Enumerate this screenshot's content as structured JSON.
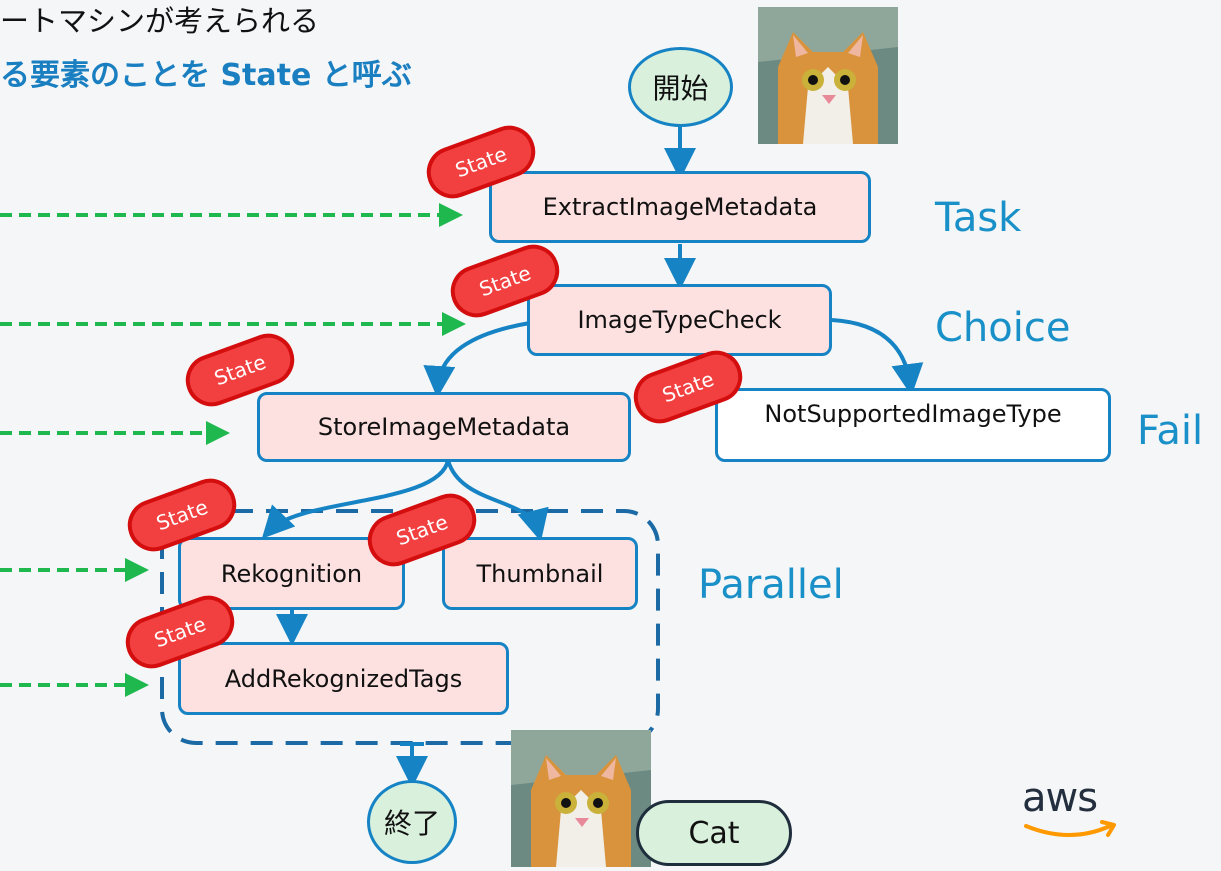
{
  "heading": {
    "line1": "ートマシンが考えられる",
    "line2": "る要素のことを State と呼ぶ"
  },
  "start_label": "開始",
  "end_label": "終了",
  "badge_label": "State",
  "nodes": {
    "extract": "ExtractImageMetadata",
    "typecheck": "ImageTypeCheck",
    "store": "StoreImageMetadata",
    "notsupported": "NotSupportedImageType",
    "rekognition": "Rekognition",
    "thumbnail": "Thumbnail",
    "addtags": "AddRekognizedTags"
  },
  "types": {
    "task": "Task",
    "choice": "Choice",
    "fail": "Fail",
    "parallel": "Parallel"
  },
  "result_label": "Cat",
  "logo_text": "aws",
  "colors": {
    "node_border": "#1683c4",
    "node_fill": "#fde0e0",
    "badge_fill": "#f24040",
    "type_label": "#1a90c8",
    "green_arrow": "#1eb84e",
    "circle_fill": "#d9f0dc"
  }
}
